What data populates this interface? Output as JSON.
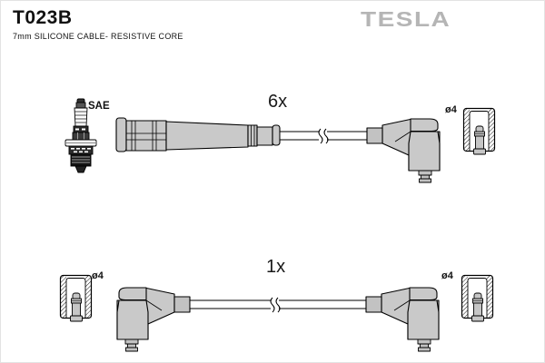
{
  "product": {
    "code": "T023B",
    "description": "7mm SILICONE CABLE- RESISTIVE CORE",
    "brand": "TESLA"
  },
  "labels": {
    "top_row_quantity": "6x",
    "bottom_row_quantity": "1x",
    "spark_plug_standard": "SAE",
    "terminal_diameter_top_right": "ø4",
    "terminal_diameter_bottom_left": "ø4",
    "terminal_diameter_bottom_right": "ø4"
  },
  "colors": {
    "boot_fill": "#c9c9c9",
    "metal_fill": "#c2c2c2",
    "terminal_fill": "#c6c6c6",
    "outline": "#000000",
    "brand_color": "#b5b5b5"
  }
}
